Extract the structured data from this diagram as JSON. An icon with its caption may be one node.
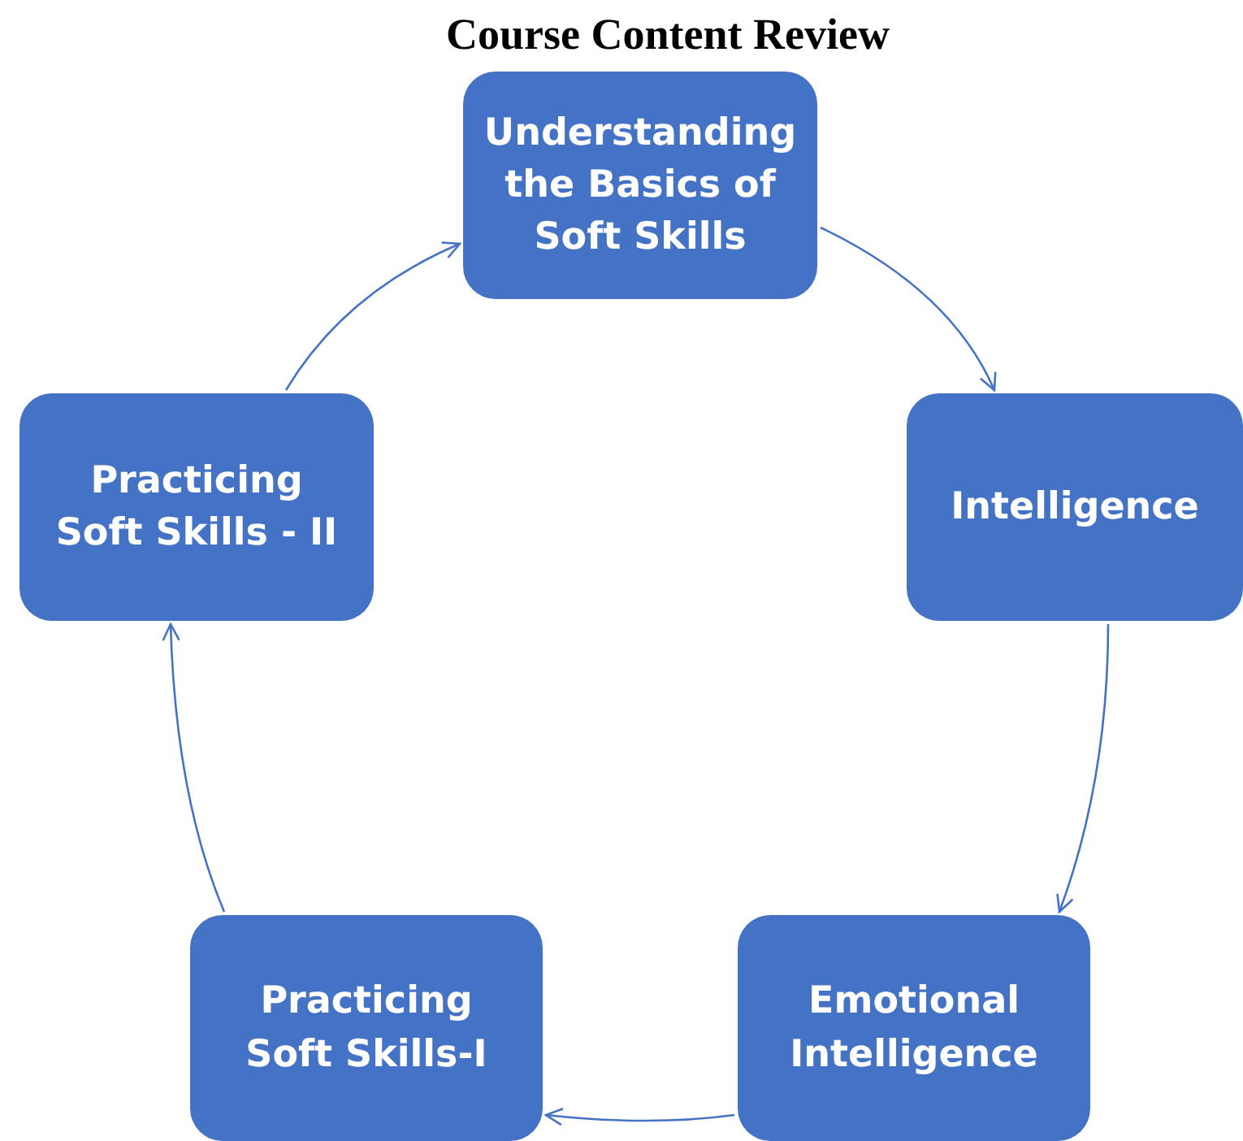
{
  "diagram": {
    "title": "Course Content Review",
    "nodes": [
      {
        "text": [
          "Understanding the Basics of Soft Skills"
        ]
      },
      {
        "text": [
          "Intelligence"
        ]
      },
      {
        "text": [
          "Emotional Intelligence"
        ]
      },
      {
        "text": [
          "Practicing Soft Skills-I"
        ]
      },
      {
        "text": [
          "Practicing Soft Skills - II"
        ]
      }
    ],
    "edges": [
      {
        "from": 0,
        "to": 1,
        "arrow": "to"
      },
      {
        "from": 1,
        "to": 2,
        "arrow": "to"
      },
      {
        "from": 2,
        "to": 3,
        "arrow": "to"
      },
      {
        "from": 3,
        "to": 4,
        "arrow": "to"
      },
      {
        "from": 4,
        "to": 0,
        "arrow": "to"
      }
    ]
  }
}
